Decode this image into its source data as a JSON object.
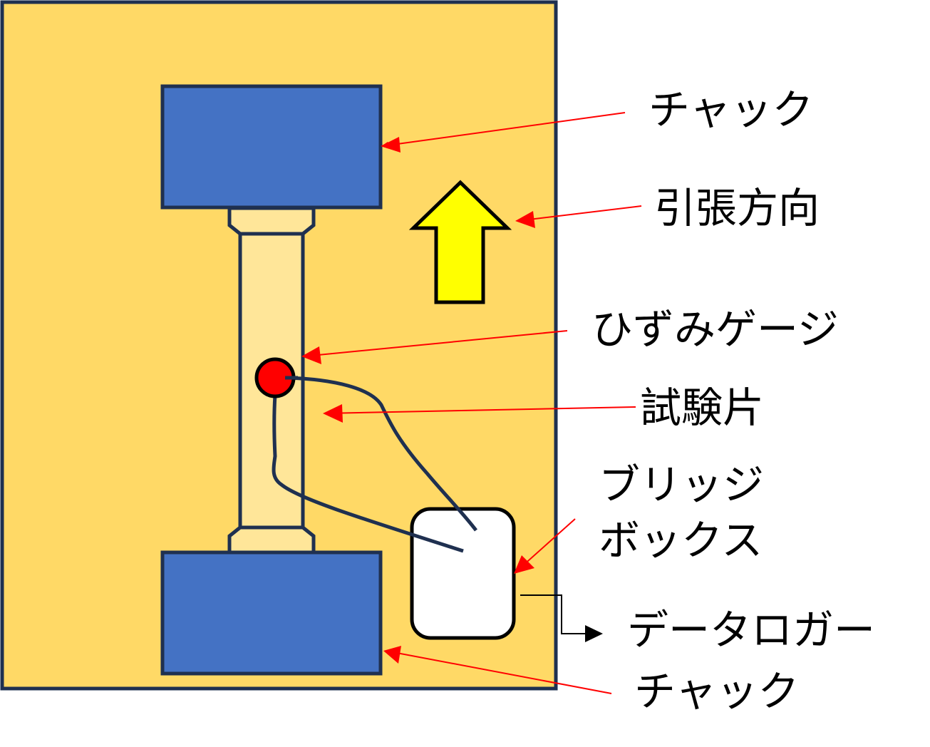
{
  "diagram": {
    "title": "",
    "colors": {
      "background": "#FFD966",
      "frame_stroke": "#1F3050",
      "chuck_fill": "#4472C4",
      "specimen_fill": "#FFE699",
      "gauge_fill": "#FF0000",
      "pull_arrow_fill": "#FFFF00",
      "leader_line": "#FF0000",
      "bridge_box_fill": "#FFFFFF"
    },
    "labels": {
      "chuck_top": "チャック",
      "pull_direction": "引張方向",
      "strain_gauge": "ひずみゲージ",
      "specimen": "試験片",
      "bridge_box_line1": "ブリッジ",
      "bridge_box_line2": "ボックス",
      "data_logger": "データロガー",
      "chuck_bottom": "チャック"
    }
  }
}
